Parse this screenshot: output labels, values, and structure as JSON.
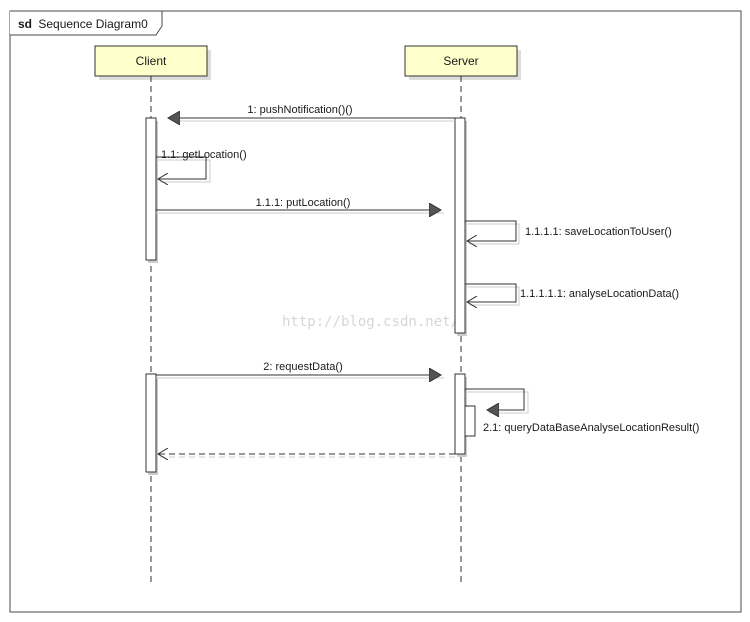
{
  "frame": {
    "keyword": "sd",
    "title": "Sequence Diagram0"
  },
  "lifelines": [
    {
      "id": "client",
      "name": "Client"
    },
    {
      "id": "server",
      "name": "Server"
    }
  ],
  "messages": [
    {
      "id": "m1",
      "label": "1: pushNotification()()"
    },
    {
      "id": "m11",
      "label": "1.1: getLocation()"
    },
    {
      "id": "m111",
      "label": "1.1.1: putLocation()"
    },
    {
      "id": "m1111",
      "label": "1.1.1.1: saveLocationToUser()"
    },
    {
      "id": "m11111",
      "label": "1.1.1.1.1: analyseLocationData()"
    },
    {
      "id": "m2",
      "label": "2: requestData()"
    },
    {
      "id": "m21",
      "label": "2.1: queryDataBaseAnalyseLocationResult()"
    }
  ],
  "watermark": "http://blog.csdn.net/",
  "colors": {
    "lifeline_head": "#ffffcc",
    "line": "#333333",
    "shadow": "#cccccc"
  }
}
